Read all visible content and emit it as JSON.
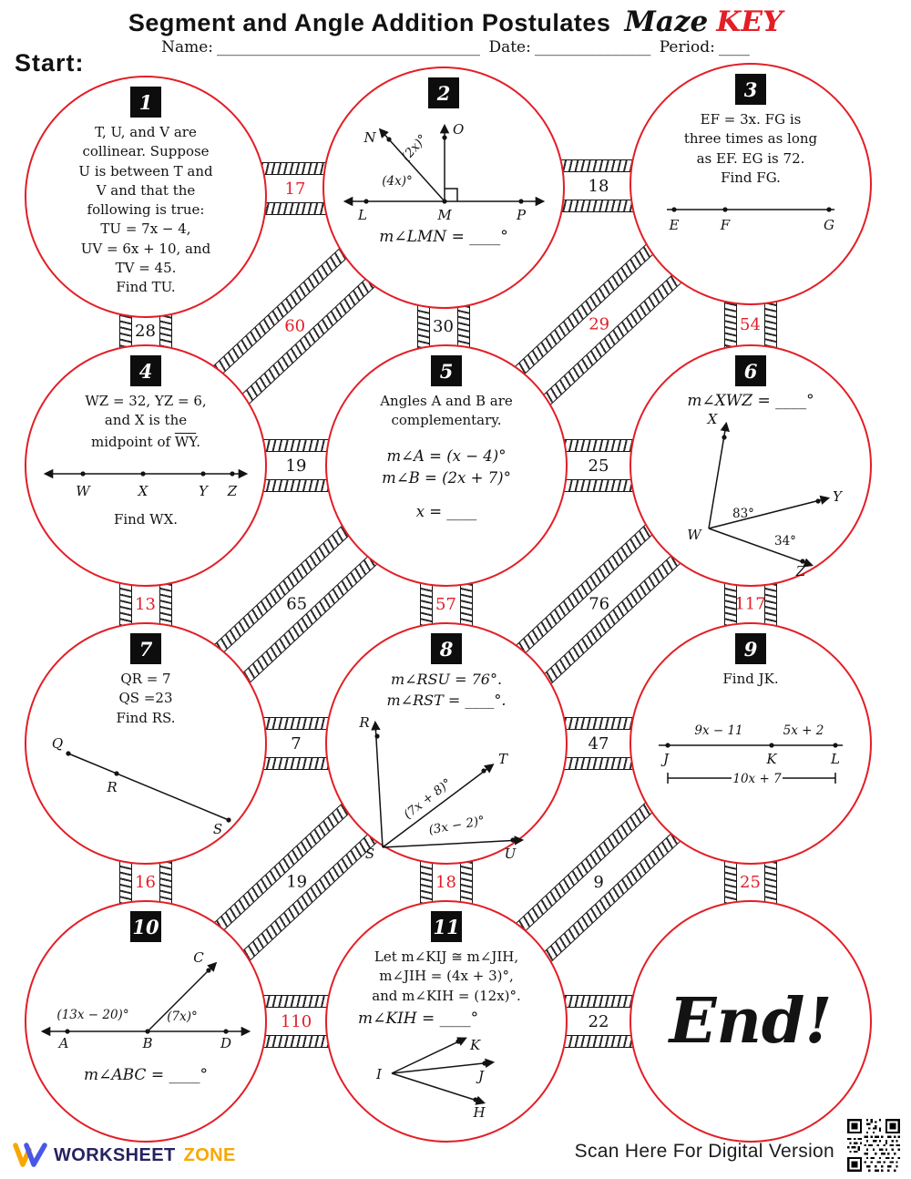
{
  "colors": {
    "accent_red": "#e31e26"
  },
  "header": {
    "title": "Segment and Angle Addition Postulates",
    "maze": "Maze",
    "key": "KEY",
    "name_label": "Name:",
    "name_blank": "__________________________________",
    "date_label": "Date:",
    "date_blank": "_______________",
    "period_label": "Period:",
    "period_blank": "____"
  },
  "start_label": "Start:",
  "problems": {
    "p1": {
      "num": "1",
      "text": "T, U, and V are\ncollinear.  Suppose\nU is between T and\nV and that the\nfollowing is true:\nTU = 7x − 4,\nUV = 6x + 10, and\nTV = 45.\nFind TU."
    },
    "p2": {
      "num": "2",
      "n": "N",
      "o": "O",
      "l": "L",
      "m": "M",
      "p": "P",
      "angle_2x": "(2x)°",
      "angle_4x": "(4x)°",
      "answer": "m∠LMN = ____°"
    },
    "p3": {
      "num": "3",
      "text": "EF = 3x.  FG is\nthree times as long\nas EF.  EG is 72.\nFind FG.",
      "e": "E",
      "f": "F",
      "g": "G"
    },
    "p4": {
      "num": "4",
      "text": "WZ = 32, YZ = 6,\nand X is the",
      "mid_pre": "midpoint of ",
      "mid_seg": "WY",
      "mid_post": ".",
      "w": "W",
      "x": "X",
      "y": "Y",
      "z": "Z",
      "find": "Find WX."
    },
    "p5": {
      "num": "5",
      "text": "Angles A and B are\ncomplementary.",
      "eq1": "m∠A = (x − 4)°",
      "eq2": "m∠B = (2x + 7)°",
      "answer": "x = ____"
    },
    "p6": {
      "num": "6",
      "answer": "m∠XWZ = ____°",
      "w": "W",
      "x": "X",
      "y": "Y",
      "z": "Z",
      "angle1": "83°",
      "angle2": "34°"
    },
    "p7": {
      "num": "7",
      "text": "QR = 7\nQS =23\nFind RS.",
      "q": "Q",
      "r": "R",
      "s": "S"
    },
    "p8": {
      "num": "8",
      "text": "m∠RSU = 76°.\nm∠RST = ____°.",
      "r": "R",
      "t": "T",
      "u": "U",
      "s": "S",
      "angle1": "(7x + 8)°",
      "angle2": "(3x − 2)°"
    },
    "p9": {
      "num": "9",
      "text": "Find JK.",
      "seg1": "9x − 11",
      "seg2": "5x + 2",
      "j": "J",
      "k": "K",
      "l": "L",
      "total": "10x + 7"
    },
    "p10": {
      "num": "10",
      "angle1": "(13x − 20)°",
      "angle2": "(7x)°",
      "a": "A",
      "b": "B",
      "c": "C",
      "d": "D",
      "answer": "m∠ABC = ____°"
    },
    "p11": {
      "num": "11",
      "text": "Let m∠KIJ ≅ m∠JIH,\nm∠JIH = (4x + 3)°,\nand m∠KIH = (12x)°.",
      "answer": "m∠KIH = ____°",
      "i": "I",
      "k": "K",
      "j": "J",
      "h": "H"
    },
    "end": {
      "label": "End!"
    }
  },
  "connectors": {
    "c1_2": {
      "label": "17",
      "red": true
    },
    "c2_3": {
      "label": "18",
      "red": false
    },
    "c4_5": {
      "label": "19",
      "red": false
    },
    "c5_6": {
      "label": "25",
      "red": false
    },
    "c7_8": {
      "label": "7",
      "red": false
    },
    "c8_9": {
      "label": "47",
      "red": false
    },
    "c10_11": {
      "label": "110",
      "red": true
    },
    "c11_end": {
      "label": "22",
      "red": false
    },
    "c1_4": {
      "label": "28",
      "red": false
    },
    "c2_5": {
      "label": "30",
      "red": false
    },
    "c3_6": {
      "label": "54",
      "red": true
    },
    "c4_7": {
      "label": "13",
      "red": true
    },
    "c5_8": {
      "label": "57",
      "red": true
    },
    "c6_9": {
      "label": "117",
      "red": true
    },
    "c7_10": {
      "label": "16",
      "red": true
    },
    "c8_11": {
      "label": "18",
      "red": true
    },
    "c9_end": {
      "label": "25",
      "red": true
    },
    "c2_4": {
      "label": "60",
      "red": true
    },
    "c3_5": {
      "label": "29",
      "red": true
    },
    "c5_7": {
      "label": "65",
      "red": false
    },
    "c6_8": {
      "label": "76",
      "red": false
    },
    "c8_10": {
      "label": "19",
      "red": false
    },
    "c9_11": {
      "label": "9",
      "red": false
    }
  },
  "footer": {
    "brand_first": "WORKSHEET",
    "brand_second": "ZONE",
    "scan_text": "Scan Here For Digital Version"
  }
}
